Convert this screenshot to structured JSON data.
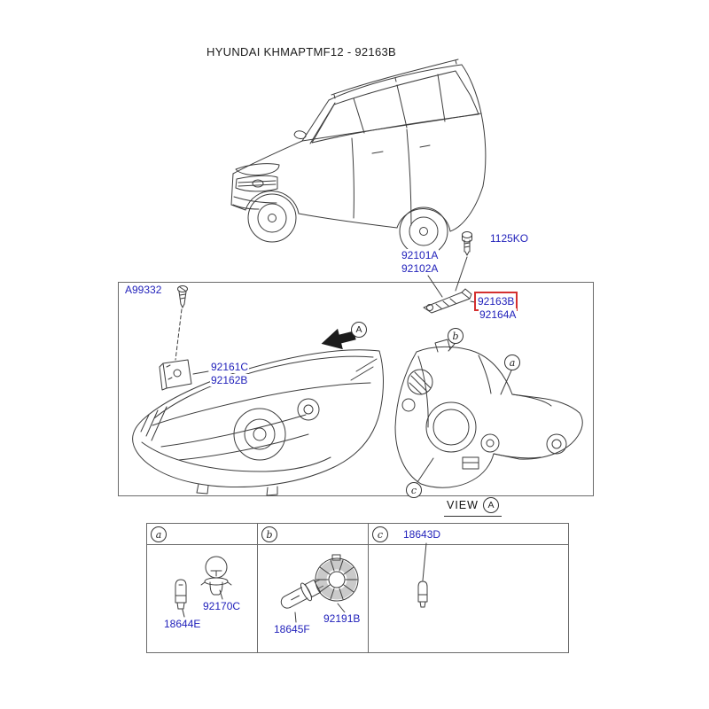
{
  "title": "HYUNDAI KHMAPTMF12 - 92163B",
  "colors": {
    "label_blue": "#2222bb",
    "highlight_red": "#d43030",
    "line": "#3d3d3d"
  },
  "parts": {
    "bolt": "1125KO",
    "headlamp_assy_left": "92101A",
    "headlamp_assy_right": "92102A",
    "screw": "A99332",
    "bracket_inner_left": "92163B",
    "bracket_inner_right": "92164A",
    "bracket_outer_left": "92161C",
    "bracket_outer_right": "92162B",
    "bulb_holder": "92170C",
    "bulb_front_turn": "18644E",
    "bulb_headlamp": "18645F",
    "dust_cap": "92191B",
    "bulb_position": "18643D"
  },
  "view": {
    "label": "VIEW",
    "letter": "A"
  },
  "callouts": {
    "arrow_letter": "A",
    "a": "a",
    "b": "b",
    "c": "c"
  }
}
